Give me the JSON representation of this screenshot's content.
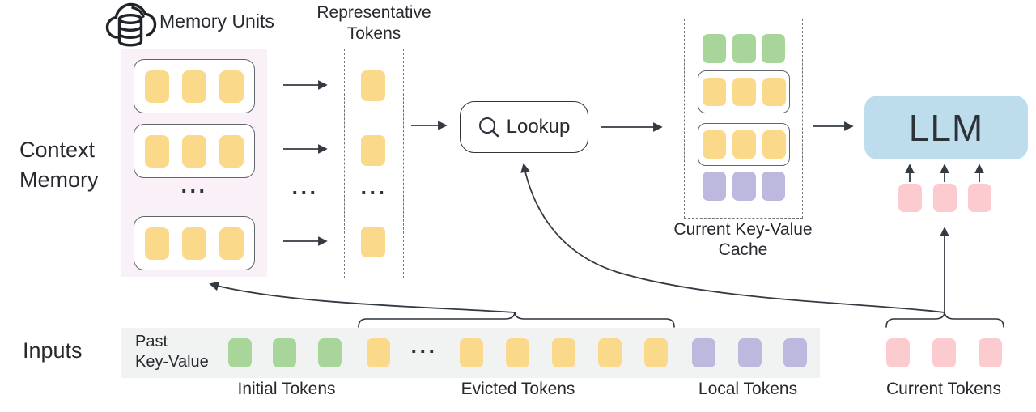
{
  "labels": {
    "memory_units": "Memory Units",
    "representative_tokens_line1": "Representative",
    "representative_tokens_line2": "Tokens",
    "context_memory_line1": "Context",
    "context_memory_line2": "Memory",
    "lookup": "Lookup",
    "current_kv_cache_line1": "Current Key-Value",
    "current_kv_cache_line2": "Cache",
    "llm": "LLM",
    "inputs": "Inputs",
    "past_kv_line1": "Past",
    "past_kv_line2": "Key-Value",
    "initial_tokens": "Initial Tokens",
    "evicted_tokens": "Evicted Tokens",
    "local_tokens": "Local Tokens",
    "current_tokens": "Current Tokens",
    "ellipsis": "···"
  },
  "icons": {
    "cloud_database": "cloud-database-icon",
    "search": "search-icon"
  },
  "structure": {
    "context_memory_units": 3,
    "tokens_per_memory_unit": 3,
    "representative_tokens_shown": 3,
    "cache_rows": [
      "initial-green",
      "evicted-yellow-boxed",
      "evicted-yellow-boxed",
      "local-purple"
    ],
    "initial_tokens": 3,
    "evicted_tokens_shown": 6,
    "local_tokens": 3,
    "current_tokens": 3,
    "llm_input_tokens": 3
  },
  "colors": {
    "token_yellow": "#FBD98B",
    "token_green": "#A8D69A",
    "token_purple": "#BCB8DE",
    "token_pink": "#FBCBCF",
    "llm_blue": "#BDDCEC",
    "memory_panel_pink": "#FAF0F8",
    "input_strip_gray": "#F1F3F2",
    "arrow_dark": "#343A42",
    "text_dark": "#26292E",
    "border_gray": "#60656C",
    "dashed_border": "#737373"
  }
}
